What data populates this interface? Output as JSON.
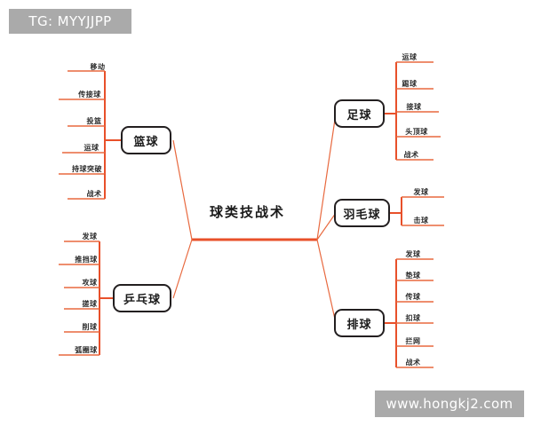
{
  "watermarks": {
    "top_left": "TG: MYYJJPP",
    "bottom_right": "www.hongkj2.com"
  },
  "colors": {
    "branch_line": "#e8502a",
    "leaf_line": "#e8693f",
    "node_border": "#231f20",
    "text": "#1a1a1a",
    "watermark_bg": "#aaaaaa",
    "background": "#ffffff"
  },
  "chart_data": {
    "type": "diagram",
    "diagram_type": "mind-map",
    "title": "球类技战术",
    "root": "球类技战术",
    "branches": [
      {
        "id": "basketball",
        "label": "篮球",
        "side": "left",
        "children": [
          "移动",
          "传接球",
          "投篮",
          "运球",
          "持球突破",
          "战术"
        ]
      },
      {
        "id": "table-tennis",
        "label": "乒乓球",
        "side": "left",
        "children": [
          "发球",
          "推挡球",
          "攻球",
          "搓球",
          "削球",
          "弧圈球"
        ]
      },
      {
        "id": "football",
        "label": "足球",
        "side": "right",
        "children": [
          "运球",
          "踢球",
          "接球",
          "头顶球",
          "战术"
        ]
      },
      {
        "id": "badminton",
        "label": "羽毛球",
        "side": "right",
        "children": [
          "发球",
          "击球"
        ]
      },
      {
        "id": "volleyball",
        "label": "排球",
        "side": "right",
        "children": [
          "发球",
          "垫球",
          "传球",
          "扣球",
          "拦网",
          "战术"
        ]
      }
    ]
  },
  "nodes": {
    "root": "球类技战术",
    "basketball": "篮球",
    "table_tennis": "乒乓球",
    "football": "足球",
    "badminton": "羽毛球",
    "volleyball": "排球"
  },
  "leaves": {
    "basketball": {
      "l0": "移动",
      "l1": "传接球",
      "l2": "投篮",
      "l3": "运球",
      "l4": "持球突破",
      "l5": "战术"
    },
    "table_tennis": {
      "l0": "发球",
      "l1": "推挡球",
      "l2": "攻球",
      "l3": "搓球",
      "l4": "削球",
      "l5": "弧圈球"
    },
    "football": {
      "l0": "运球",
      "l1": "踢球",
      "l2": "接球",
      "l3": "头顶球",
      "l4": "战术"
    },
    "badminton": {
      "l0": "发球",
      "l1": "击球"
    },
    "volleyball": {
      "l0": "发球",
      "l1": "垫球",
      "l2": "传球",
      "l3": "扣球",
      "l4": "拦网",
      "l5": "战术"
    }
  }
}
